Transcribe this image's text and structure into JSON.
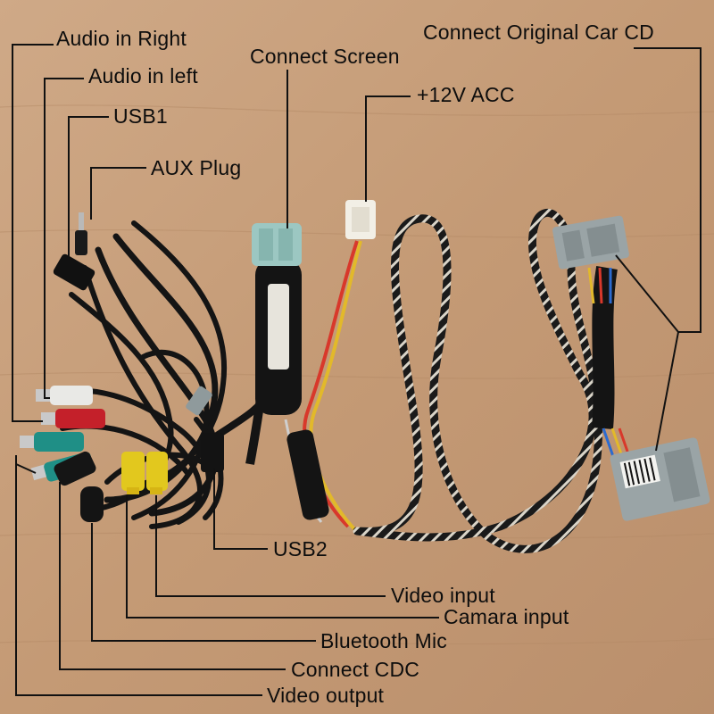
{
  "labels": {
    "audio_in_right": "Audio in Right",
    "audio_in_left": "Audio in left",
    "usb1": "USB1",
    "aux_plug": "AUX Plug",
    "connect_screen": "Connect Screen",
    "acc_12v": "+12V ACC",
    "connect_original_car_cd": "Connect Original Car CD",
    "usb2": "USB2",
    "video_input": "Video input",
    "camara_input": "Camara input",
    "bluetooth_mic": "Bluetooth Mic",
    "connect_cdc": "Connect CDC",
    "video_output": "Video output"
  },
  "colors": {
    "background": "#c89f7c",
    "cable": "#141414",
    "rca_white": "#e9e9e6",
    "rca_red": "#c4202a",
    "rca_green": "#1f8f86",
    "rca_yellow": "#e2c81e",
    "connector_grey": "#9aa4a6",
    "connector_teal": "#9cc7c2",
    "braid_light": "#d9d4c8",
    "wire_red": "#d8382b",
    "wire_yellow": "#e2b92a",
    "callout_line": "#111111"
  }
}
